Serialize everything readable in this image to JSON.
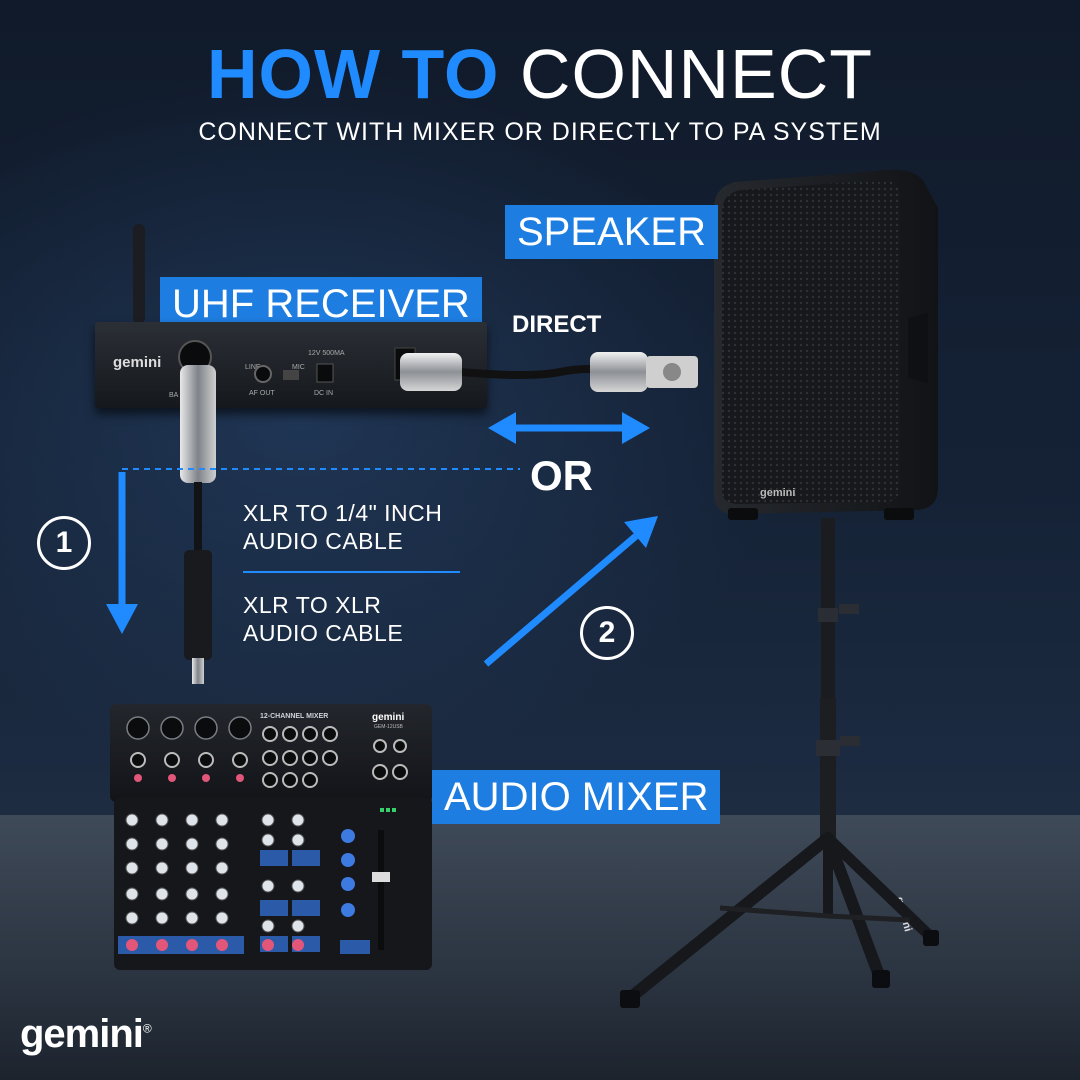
{
  "header": {
    "title_highlight": "HOW TO",
    "title_rest": "CONNECT",
    "subtitle": "CONNECT WITH MIXER OR DIRECTLY TO PA SYSTEM"
  },
  "tags": {
    "speaker": "SPEAKER",
    "receiver": "UHF RECEIVER",
    "mixer": "AUDIO MIXER"
  },
  "connections": {
    "direct_label": "DIRECT",
    "or_label": "OR",
    "step1_number": "1",
    "step2_number": "2",
    "cable1_line1": "XLR TO 1/4\" INCH",
    "cable1_line2": "AUDIO CABLE",
    "cable2_line1": "XLR TO XLR",
    "cable2_line2": "AUDIO CABLE"
  },
  "device_text": {
    "receiver_brand": "gemini",
    "receiver_af_out": "AF OUT",
    "receiver_dc_in": "DC IN",
    "receiver_power": "12V 500MA",
    "receiver_line": "LINE",
    "receiver_mic": "MIC",
    "receiver_bal": "BA",
    "mixer_brand": "gemini",
    "mixer_model": "GEM-12USB",
    "mixer_channels": "12-CHANNEL MIXER",
    "speaker_brand": "gemini",
    "stand_brand": "gemini"
  },
  "footer": {
    "logo": "gemini",
    "logo_mark": "®"
  },
  "colors": {
    "accent": "#1f8bff",
    "tag_bg": "#1e7de0",
    "background": "#101a2a"
  }
}
